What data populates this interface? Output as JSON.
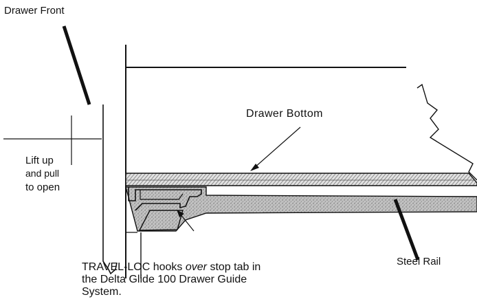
{
  "labels": {
    "drawer_front": "Drawer Front",
    "lift_line1": "Lift up",
    "lift_line2": "and pull",
    "lift_line3": "to open",
    "drawer_bottom": "Drawer Bottom",
    "steel_rail": "Steel Rail"
  },
  "caption": {
    "line1_start": "TRAVEL-LOC hooks ",
    "line1_em": "over",
    "line1_end": " stop tab in",
    "line2": "the Delta Glide 100 Drawer  Guide",
    "line3": "System."
  },
  "colors": {
    "ink": "#111111",
    "hatch": "#8a8a8a",
    "speckle": "#a8a8a8"
  }
}
